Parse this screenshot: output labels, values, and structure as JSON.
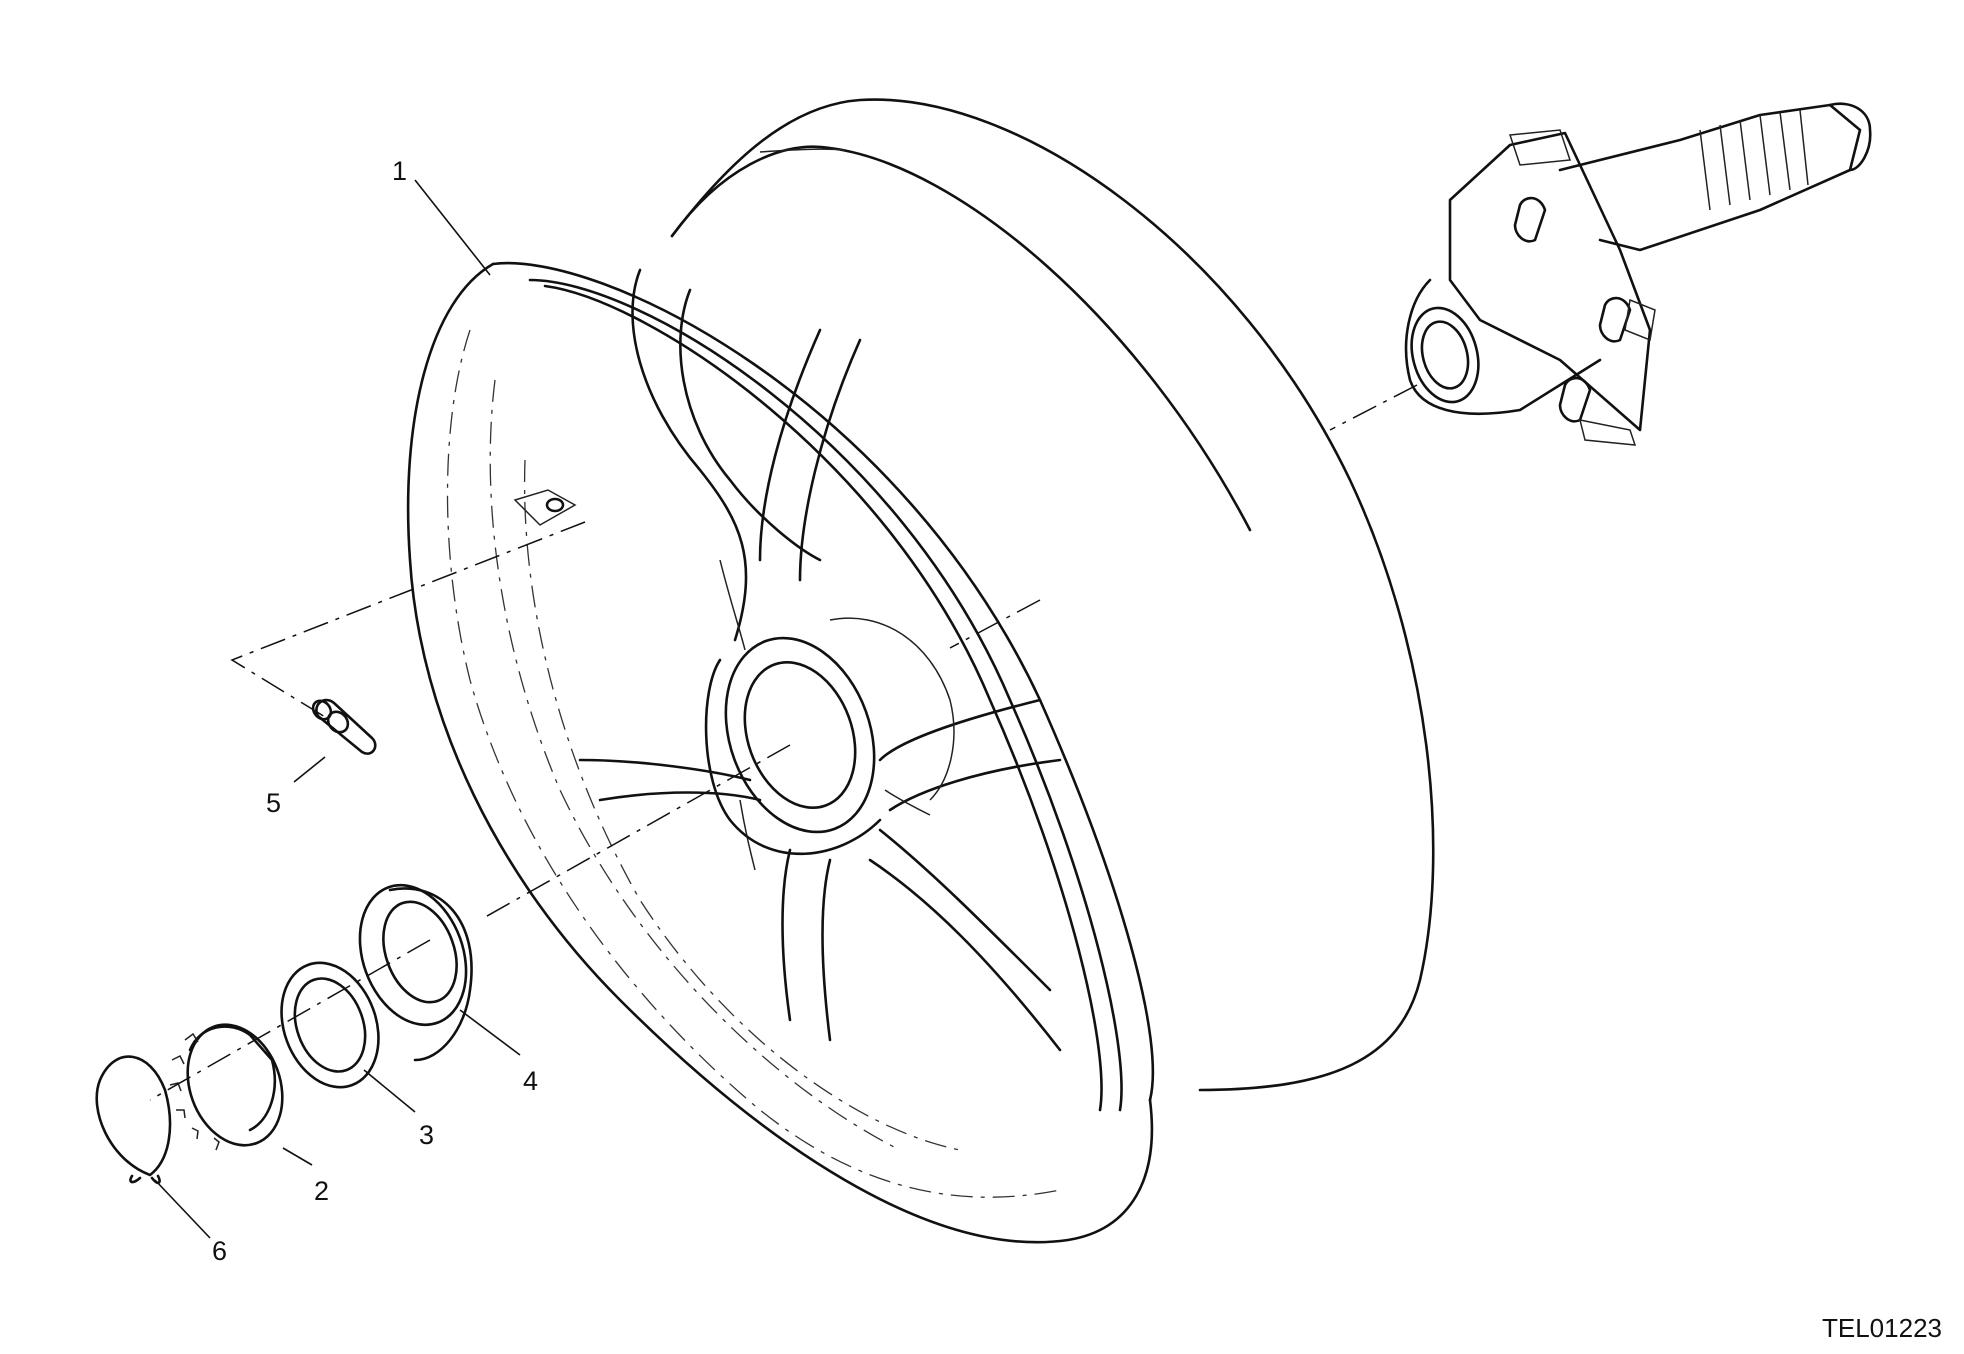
{
  "callouts": [
    {
      "id": "1",
      "label": "1"
    },
    {
      "id": "2",
      "label": "2"
    },
    {
      "id": "3",
      "label": "3"
    },
    {
      "id": "4",
      "label": "4"
    },
    {
      "id": "5",
      "label": "5"
    },
    {
      "id": "6",
      "label": "6"
    }
  ],
  "drawing_code": "TEL01223"
}
